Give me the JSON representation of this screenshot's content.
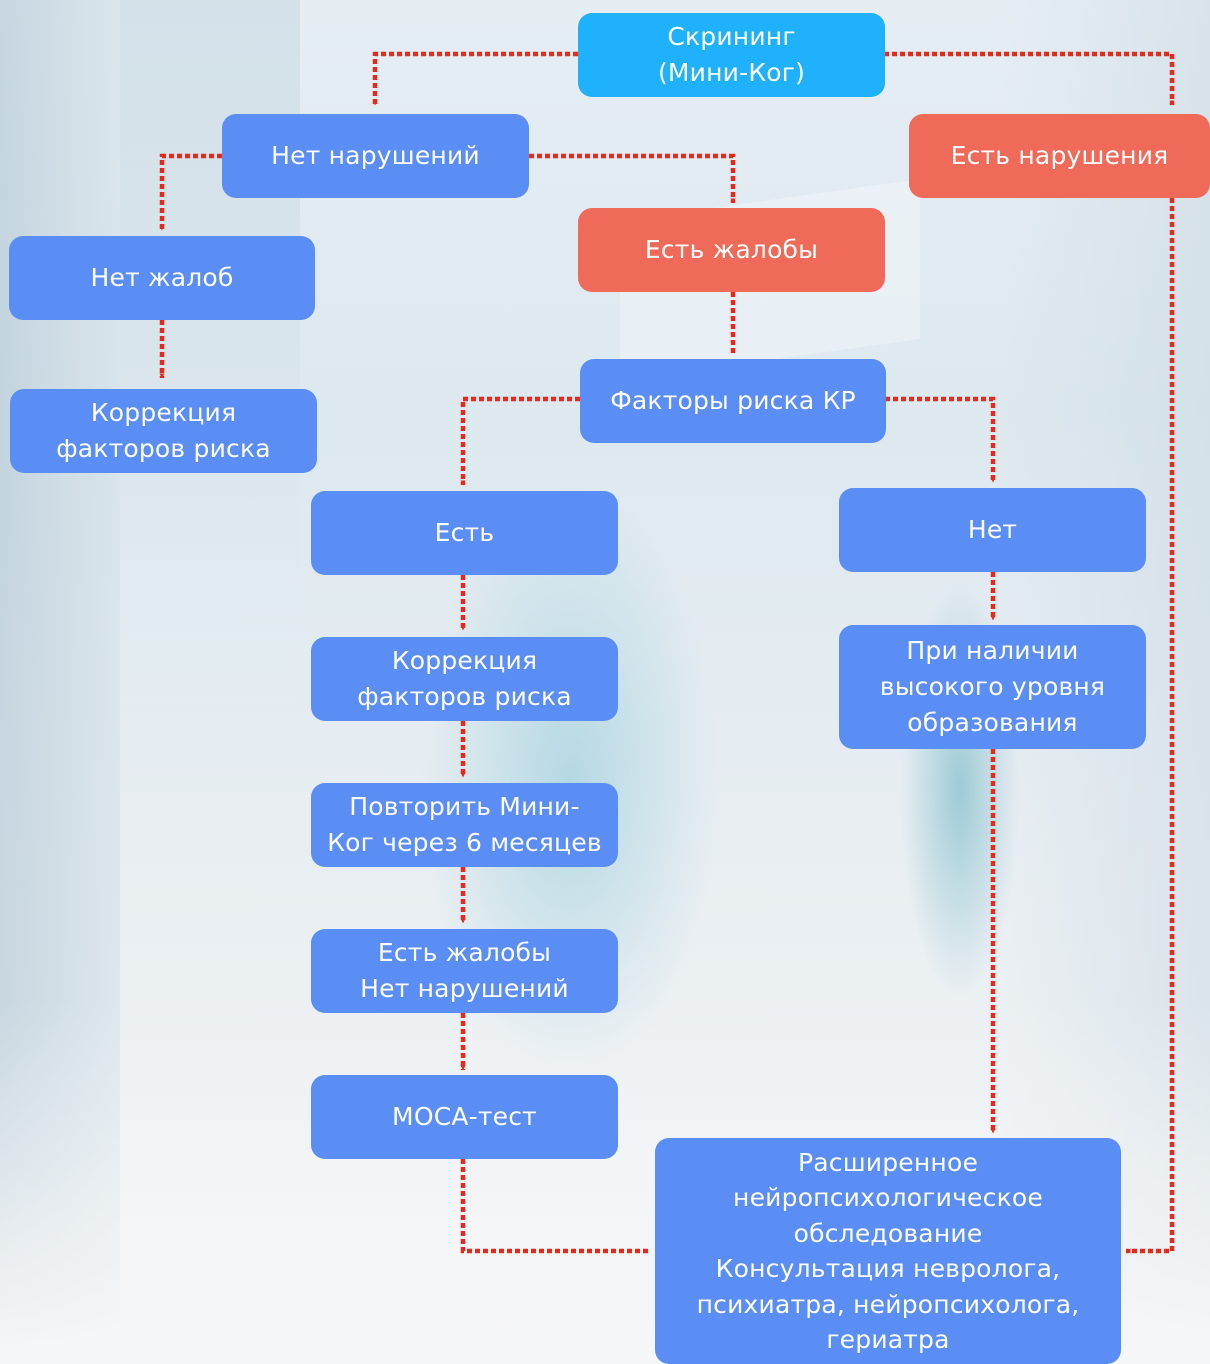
{
  "colors": {
    "box_blue": "#5a8ef5",
    "box_red": "#ef6a58",
    "box_cyan": "#1fb1fb",
    "connector": "#e42a1c"
  },
  "nodes": {
    "screening": [
      "Скрининг",
      "(Мини-Ког)"
    ],
    "no_impairment": [
      "Нет нарушений"
    ],
    "has_impairment": [
      "Есть нарушения"
    ],
    "no_complaints": [
      "Нет жалоб"
    ],
    "has_complaints": [
      "Есть жалобы"
    ],
    "correction_left": [
      "Коррекция",
      "факторов риска"
    ],
    "risk_factors": [
      "Факторы риска КР"
    ],
    "present": [
      "Есть"
    ],
    "absent": [
      "Нет"
    ],
    "correction_mid": [
      "Коррекция",
      "факторов риска"
    ],
    "high_education": [
      "При наличии",
      "высокого уровня",
      "образования"
    ],
    "repeat_minicog": [
      "Повторить Мини-",
      "Ког через 6 месяцев"
    ],
    "complaints_no_impairment": [
      "Есть жалобы",
      "Нет нарушений"
    ],
    "moca": [
      "МОСА-тест"
    ],
    "extended": [
      "Расширенное",
      "нейропсихологическое",
      "обследование",
      "Консультация невролога,",
      "психиатра, нейропсихолога,",
      "гериатра"
    ]
  }
}
